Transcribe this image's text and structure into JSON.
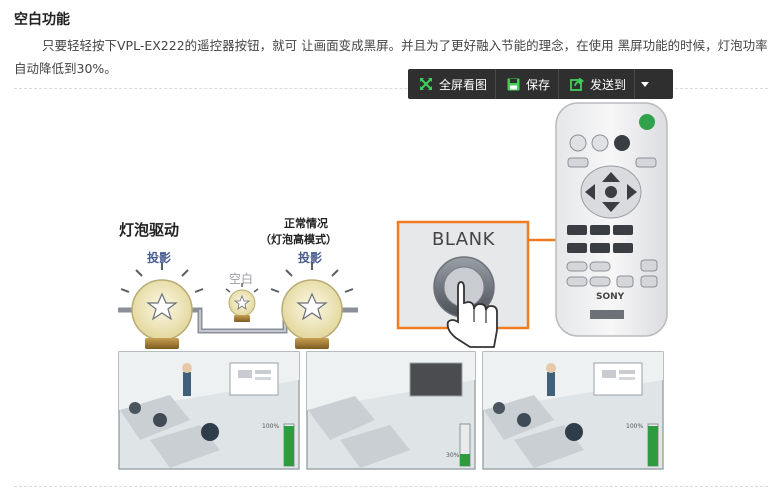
{
  "article": {
    "heading": "空白功能",
    "paragraph": "只要轻轻按下VPL-EX222的遥控器按钮，就可 让画面变成黑屏。并且为了更好融入节能的理念，在使用 黑屏功能的时候，灯泡功率自动降低到30%。"
  },
  "toolbar": {
    "fullscreen_label": "全屏看图",
    "save_label": "保存",
    "send_label": "发送到",
    "fullscreen_icon": "expand-arrows-icon",
    "save_icon": "floppy-disk-icon",
    "send_icon": "share-arrow-icon"
  },
  "figure": {
    "lamp_title": "灯泡驱动",
    "projecting_1": "投影",
    "blank": "空白",
    "normal_line1": "正常情况",
    "normal_line2": "（灯泡高模式）",
    "projecting_2": "投影",
    "blank_button": "BLANK",
    "remote_brand": "SONY",
    "meter_top": "100%",
    "meter_low": "30%",
    "accent_color": "#f07d22",
    "lamp_color": "#efe6b6",
    "line_color": "#8a8f99"
  }
}
